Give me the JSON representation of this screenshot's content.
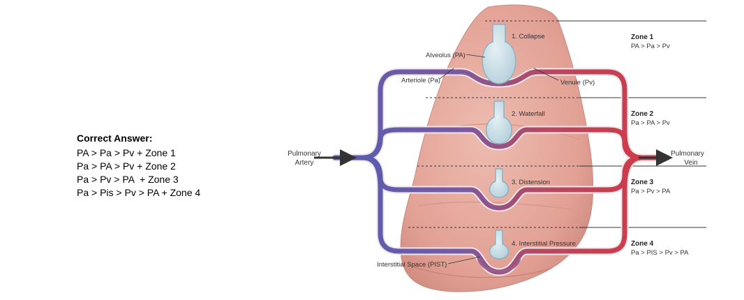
{
  "answer": {
    "title": "Correct Answer:",
    "lines": [
      "PA > Pa > Pv + Zone 1",
      "Pa > PA > Pv + Zone 2",
      "Pa > Pv > PA  + Zone 3",
      "Pa > Pis > Pv > PA + Zone 4"
    ]
  },
  "diagram": {
    "artery_label": [
      "Pulmonary",
      "Artery"
    ],
    "vein_label": [
      "Pulmonary",
      "Vein"
    ],
    "alveolus_label": "Alveolus (PA)",
    "arteriole_label": "Arteriole (Pa)",
    "venule_label": "Venule (Pv)",
    "interstitial_label": "Interstitial Space (PIST)",
    "states": [
      "1. Collapse",
      "2. Waterfall",
      "3. Distension",
      "4. Interstitial Pressure"
    ],
    "zones": [
      {
        "title": "Zone 1",
        "formula": "PA > Pa > Pv"
      },
      {
        "title": "Zone 2",
        "formula": "Pa > PA > Pv"
      },
      {
        "title": "Zone 3",
        "formula": "Pa > Pv > PA"
      },
      {
        "title": "Zone 4",
        "formula": "Pa > PIS > Pv > PA"
      }
    ],
    "colors": {
      "artery": "#5a5cb0",
      "vein": "#d03a48",
      "lung": "#e6a99c",
      "alveolus": "#c8dde6"
    }
  }
}
